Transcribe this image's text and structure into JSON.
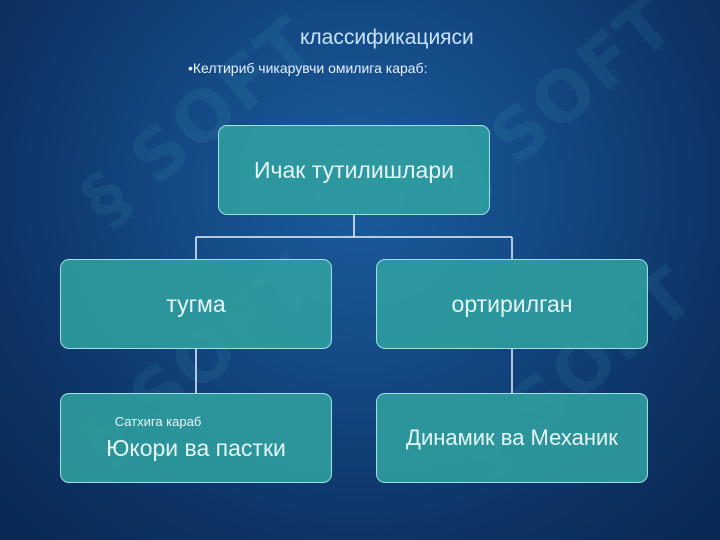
{
  "slide": {
    "title": "классификацияси",
    "subtitle": "•Келтириб чикарувчи омилига караб:",
    "watermark": "SOFT"
  },
  "diagram": {
    "root": "Ичак тутилишлари",
    "left": "тугма",
    "right": "ортирилган",
    "left_child": {
      "caption": "Сатхига караб",
      "label": "Юкори ва пастки"
    },
    "right_child": "Динамик ва Механик"
  },
  "colors": {
    "background": "#144a86",
    "box_fill": "#30a0a0",
    "box_border": "#9fe0e0",
    "connector": "#e8f2ff"
  }
}
